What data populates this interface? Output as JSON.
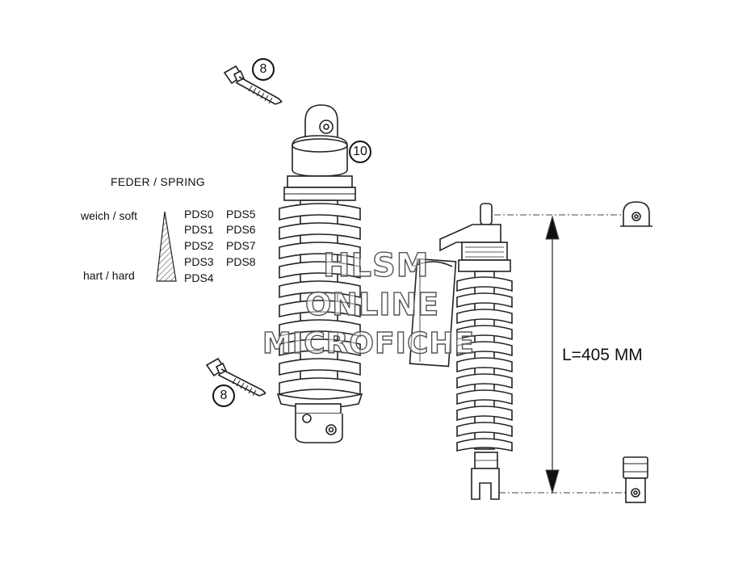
{
  "callouts": {
    "bolt_top": "8",
    "bolt_bottom": "8",
    "shock": "10"
  },
  "spring_table": {
    "title": "FEDER / SPRING",
    "soft_label": "weich / soft",
    "hard_label": "hart / hard",
    "col1": [
      "PDS0",
      "PDS1",
      "PDS2",
      "PDS3",
      "PDS4"
    ],
    "col2": [
      "PDS5",
      "PDS6",
      "PDS7",
      "PDS8"
    ]
  },
  "dimension": {
    "label": "L=405 MM"
  },
  "watermark": {
    "line1": "HLSM",
    "line2": "ONLINE",
    "line3": "MICROFICHE"
  }
}
